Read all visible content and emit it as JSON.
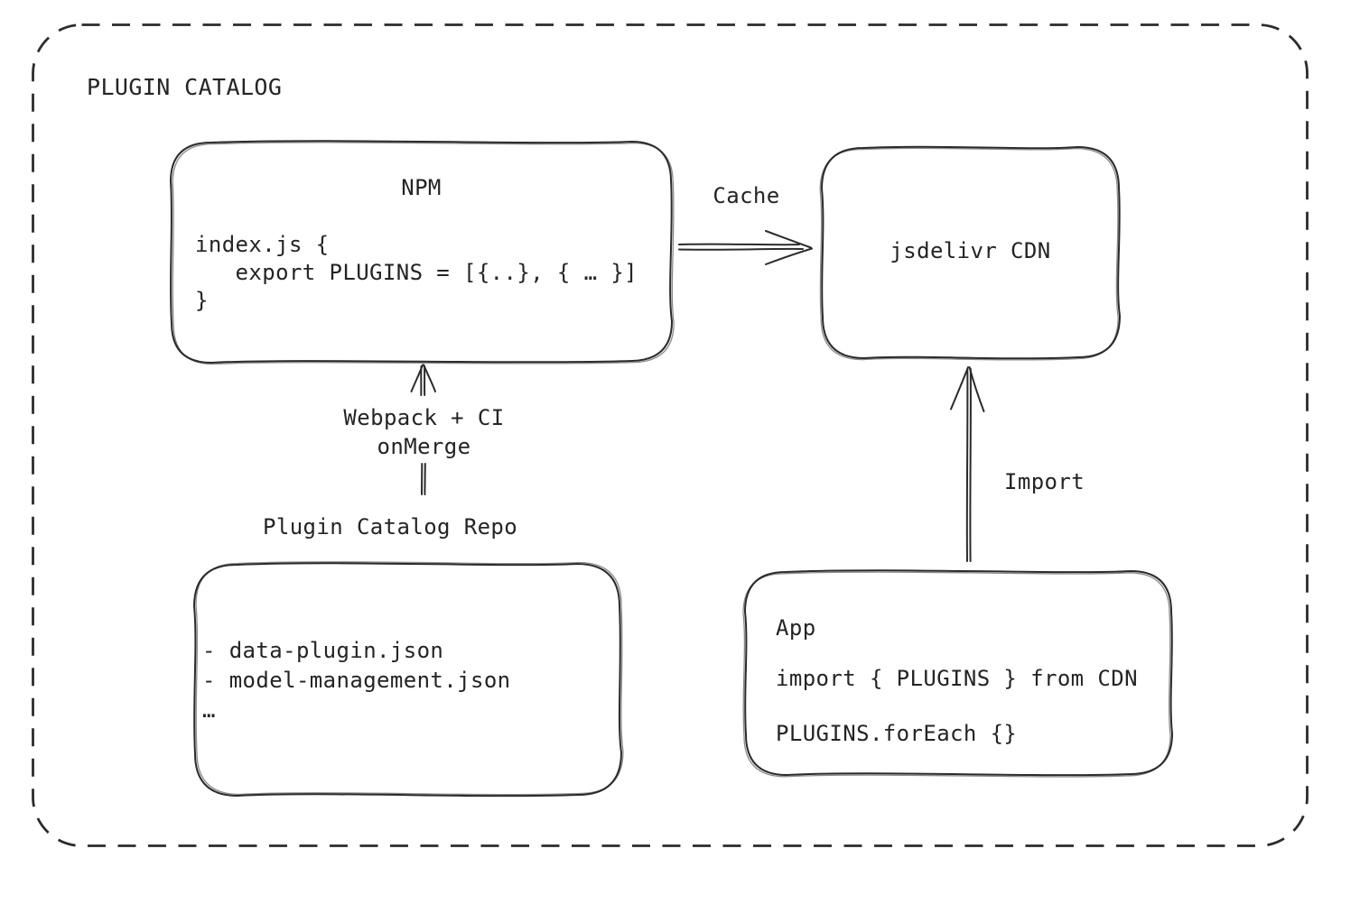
{
  "diagram": {
    "title": "PLUGIN CATALOG",
    "npm": {
      "title": "NPM",
      "code": "index.js {\n   export PLUGINS = [{..}, { … }]\n}"
    },
    "cdn": {
      "label": "jsdelivr CDN"
    },
    "repo": {
      "label": "Plugin Catalog Repo",
      "files": "- data-plugin.json\n- model-management.json\n…"
    },
    "app": {
      "title": "App",
      "import_line": "import { PLUGINS } from CDN",
      "foreach_line": "PLUGINS.forEach {}"
    },
    "edges": {
      "cache_label": "Cache",
      "build_label": "Webpack + CI\nonMerge",
      "import_label": "Import"
    },
    "colors": {
      "ink": "#2b2b2b",
      "background": "#ffffff"
    }
  }
}
